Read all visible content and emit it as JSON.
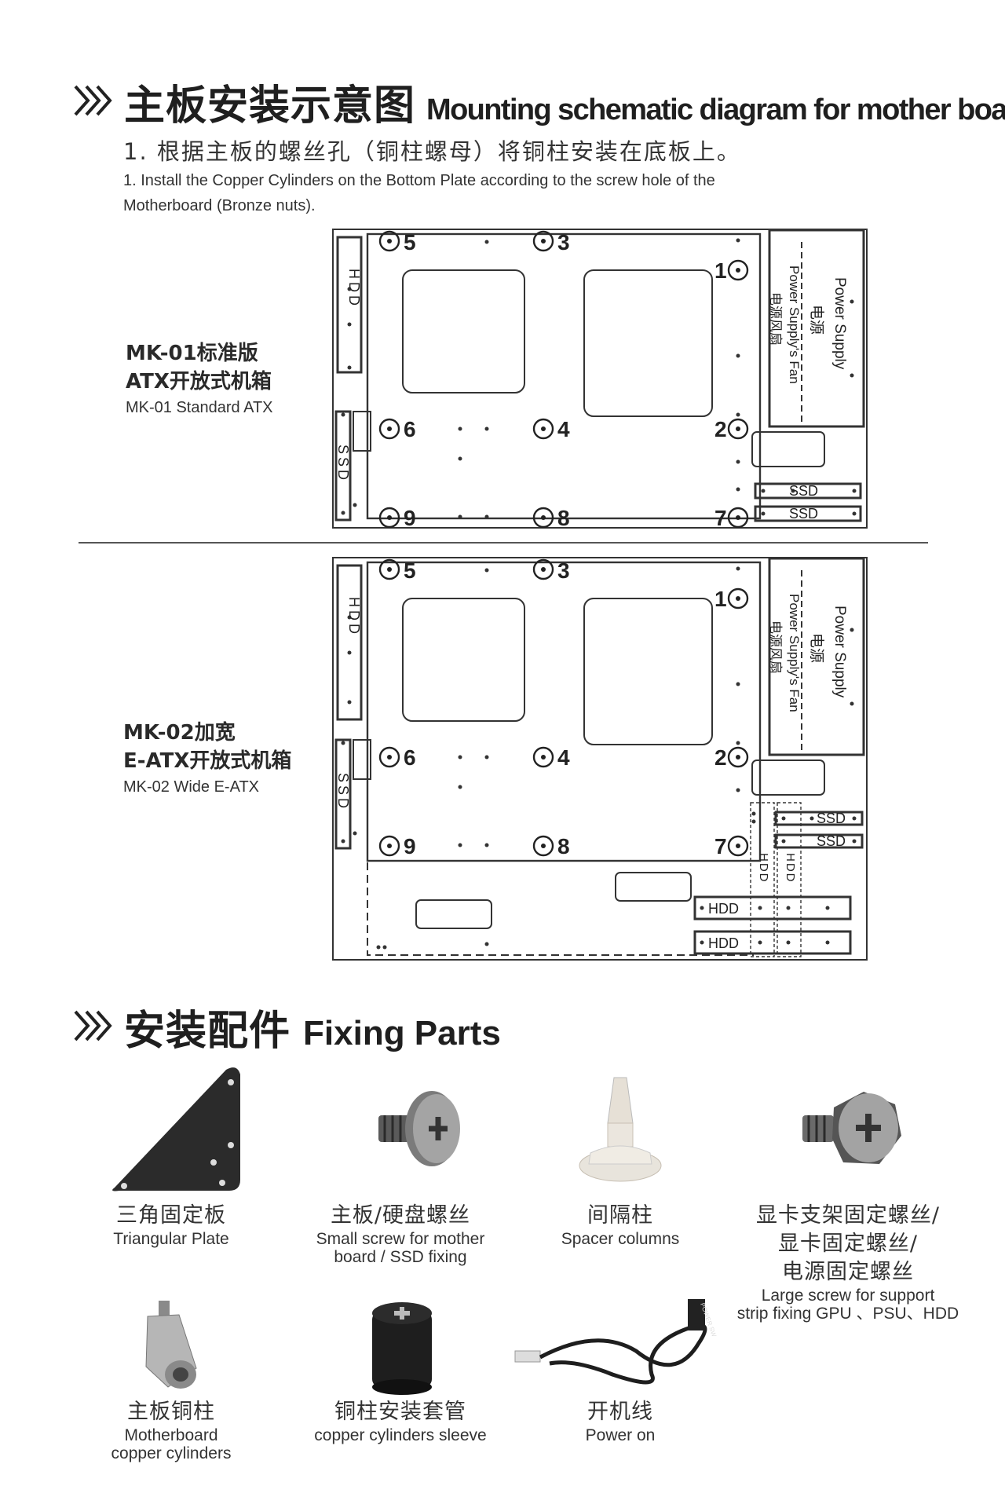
{
  "header": {
    "title_zh": "主板安装示意图",
    "title_en": "Mounting schematic diagram for mother board"
  },
  "step1": {
    "text_zh": "1. 根据主板的螺丝孔（铜柱螺母）将铜柱安装在底板上。",
    "text_en_line1": "1. Install the Copper Cylinders on the Bottom Plate according to the screw hole of the",
    "text_en_line2": "Motherboard (Bronze nuts)."
  },
  "models": [
    {
      "name_zh_line1": "MK-01标准版",
      "name_zh_line2": "ATX开放式机箱",
      "name_en": "MK-01 Standard ATX"
    },
    {
      "name_zh_line1": "MK-02加宽",
      "name_zh_line2": "E-ATX开放式机箱",
      "name_en": "MK-02 Wide E-ATX"
    }
  ],
  "diagram_labels": {
    "hdd": "HDD",
    "ssd": "SSD",
    "power_supply_en": "Power Supply",
    "power_supply_zh": "电源",
    "psu_fan_en": "Power Supply's Fan",
    "psu_fan_zh": "电源风扇",
    "hole_numbers": [
      "5",
      "3",
      "1",
      "6",
      "4",
      "2",
      "9",
      "8",
      "7"
    ]
  },
  "parts_header": {
    "title_zh": "安装配件",
    "title_en": "Fixing Parts"
  },
  "parts": [
    {
      "icon": "triangular-plate-icon",
      "name_zh": "三角固定板",
      "name_en": "Triangular Plate"
    },
    {
      "icon": "small-screw-icon",
      "name_zh": "主板/硬盘螺丝",
      "name_en_line1": "Small screw for mother",
      "name_en_line2": "board / SSD fixing"
    },
    {
      "icon": "spacer-column-icon",
      "name_zh": "间隔柱",
      "name_en": "Spacer columns"
    },
    {
      "icon": "large-screw-icon",
      "name_zh_line1": "显卡支架固定螺丝/",
      "name_zh_line2": "显卡固定螺丝/",
      "name_zh_line3": "电源固定螺丝",
      "name_en_line1": "Large screw for support",
      "name_en_line2": "strip fixing GPU 、PSU、HDD"
    },
    {
      "icon": "copper-cylinder-icon",
      "name_zh": "主板铜柱",
      "name_en_line1": "Motherboard",
      "name_en_line2": "copper cylinders"
    },
    {
      "icon": "cylinder-sleeve-icon",
      "name_zh": "铜柱安装套管",
      "name_en": "copper cylinders sleeve"
    },
    {
      "icon": "power-cable-icon",
      "name_zh": "开机线",
      "name_en": "Power on",
      "cable_label": "POWER SW"
    }
  ]
}
